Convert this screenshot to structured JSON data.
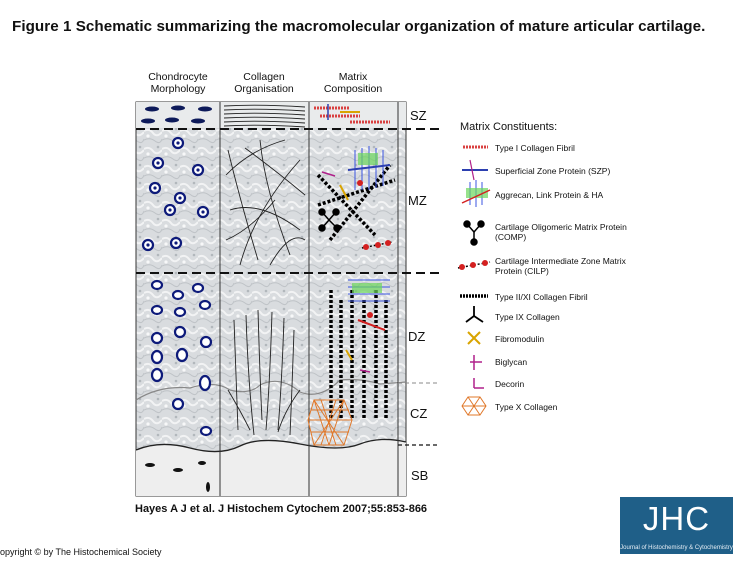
{
  "figure_title": "Figure 1 Schematic summarizing the macromolecular organization of mature articular cartilage.",
  "columns": [
    {
      "line1": "Chondrocyte",
      "line2": "Morphology"
    },
    {
      "line1": "Collagen",
      "line2": "Organisation"
    },
    {
      "line1": "Matrix",
      "line2": "Composition"
    }
  ],
  "zones": [
    "SZ",
    "MZ",
    "DZ",
    "CZ",
    "SB"
  ],
  "legend_title": "Matrix Constituents:",
  "legend_items": [
    {
      "label": "Type I Collagen Fibril",
      "icon": "type-i-collagen-icon",
      "color": "#d94040"
    },
    {
      "label": "Superficial Zone Protein (SZP)",
      "icon": "szp-icon",
      "color": "#2c3fb0"
    },
    {
      "label": "Aggrecan, Link Protein & HA",
      "icon": "aggrecan-icon",
      "color": "#3b55e0"
    },
    {
      "label": "Cartilage Oligomeric Matrix Protein (COMP)",
      "icon": "comp-icon",
      "color": "#000000"
    },
    {
      "label": "Cartilage Intermediate Zone Matrix Protein (CILP)",
      "icon": "cilp-icon",
      "color": "#d42020"
    },
    {
      "label": "Type II/XI Collagen Fibril",
      "icon": "type-ii-collagen-icon",
      "color": "#000000"
    },
    {
      "label": "Type IX Collagen",
      "icon": "type-ix-collagen-icon",
      "color": "#000000"
    },
    {
      "label": "Fibromodulin",
      "icon": "fibromodulin-icon",
      "color": "#d9a400"
    },
    {
      "label": "Biglycan",
      "icon": "biglycan-icon",
      "color": "#b0208a"
    },
    {
      "label": "Decorin",
      "icon": "decorin-icon",
      "color": "#b0208a"
    },
    {
      "label": "Type X Collagen",
      "icon": "type-x-collagen-icon",
      "color": "#e0782a"
    }
  ],
  "citation": "Hayes A J et al. J Histochem Cytochem 2007;55:853-866",
  "copyright": "opyright © by The Histochemical Society",
  "logo": {
    "text": "JHC",
    "subtitle": "Journal of Histochemistry & Cytochemistry"
  }
}
